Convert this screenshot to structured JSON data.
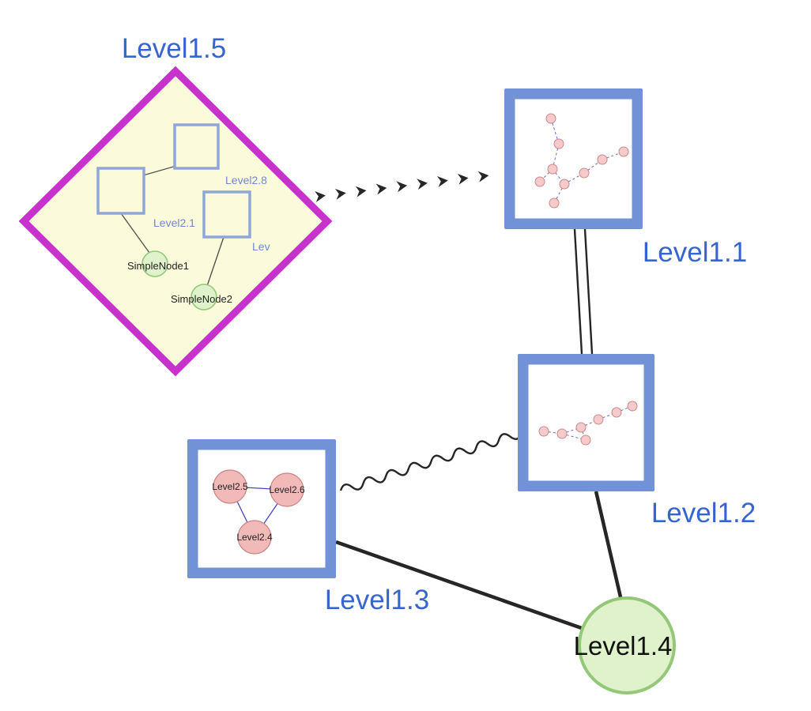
{
  "diagram": {
    "nodes": {
      "level1_5": {
        "label": "Level1.5",
        "shape": "diamond-group"
      },
      "level1_1": {
        "label": "Level1.1",
        "shape": "square-group"
      },
      "level1_2": {
        "label": "Level1.2",
        "shape": "square-group"
      },
      "level1_3": {
        "label": "Level1.3",
        "shape": "square-group"
      },
      "level1_4": {
        "label": "Level1.4",
        "shape": "circle"
      },
      "level2_8": {
        "label": "Level2.8",
        "shape": "square"
      },
      "level2_1": {
        "label": "Level2.1",
        "shape": "square"
      },
      "level2_partial": {
        "label": "Lev",
        "shape": "square"
      },
      "simple_node1": {
        "label": "SimpleNode1",
        "shape": "circle"
      },
      "simple_node2": {
        "label": "SimpleNode2",
        "shape": "circle"
      },
      "level2_5": {
        "label": "Level2.5",
        "shape": "circle"
      },
      "level2_6": {
        "label": "Level2.6",
        "shape": "circle"
      },
      "level2_4": {
        "label": "Level2.4",
        "shape": "circle"
      }
    },
    "edges": [
      {
        "from": "Level1.5",
        "to": "Level1.1",
        "style": "dashed-chevron-arrow"
      },
      {
        "from": "Level1.1",
        "to": "Level1.2",
        "style": "double-parallel-line"
      },
      {
        "from": "Level1.3",
        "to": "Level1.2",
        "style": "wavy-line"
      },
      {
        "from": "Level1.3",
        "to": "Level1.4",
        "style": "solid-line"
      },
      {
        "from": "Level1.2",
        "to": "Level1.4",
        "style": "solid-line"
      },
      {
        "from": "Level2.8",
        "to": "Level2.1",
        "style": "solid-line"
      },
      {
        "from": "Level2.1",
        "to": "SimpleNode1",
        "style": "solid-line"
      },
      {
        "from": "Lev",
        "to": "SimpleNode2",
        "style": "solid-line"
      },
      {
        "from": "Level2.5",
        "to": "Level2.6",
        "style": "solid-line"
      },
      {
        "from": "Level2.5",
        "to": "Level2.4",
        "style": "solid-line"
      },
      {
        "from": "Level2.6",
        "to": "Level2.4",
        "style": "solid-line"
      }
    ],
    "colors": {
      "label_blue": "#3765cf",
      "inner_label_blue": "#7287cf",
      "group_border_blue": "#7292d8",
      "diamond_border_magenta": "#c832cc",
      "diamond_fill_yellow": "#fbfbdb",
      "green_node_fill": "#dff2cb",
      "green_node_border": "#93c878",
      "pink_node_fill": "#f2b9b9",
      "pink_node_border": "#c98383",
      "edge_black": "#262626",
      "mini_edge_blue": "#6a6ac8",
      "label_black": "#111111"
    }
  }
}
